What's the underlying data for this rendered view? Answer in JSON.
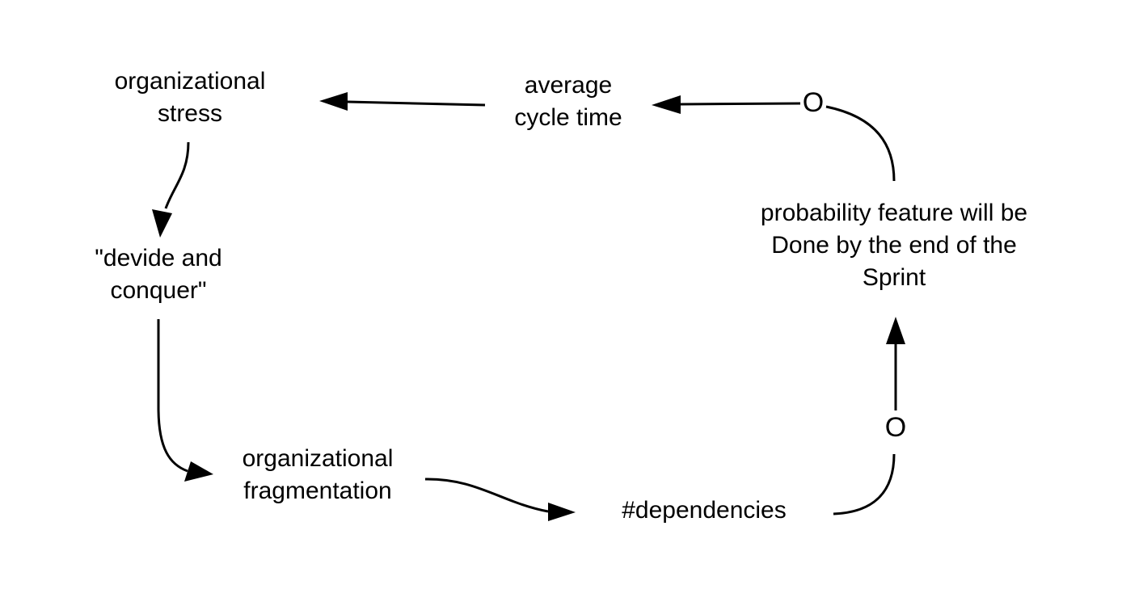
{
  "diagram": {
    "nodes": {
      "org_stress": [
        "organizational",
        "stress"
      ],
      "cycle_time": [
        "average",
        "cycle time"
      ],
      "divide_conquer": [
        "\"devide and",
        "conquer\""
      ],
      "probability_done": [
        "probability feature will be",
        "Done by the end of the",
        "Sprint"
      ],
      "fragmentation": [
        "organizational",
        "fragmentation"
      ],
      "dependencies": [
        "#dependencies"
      ]
    },
    "polarity_labels": {
      "probability_to_cycle_time": "O",
      "dependencies_to_probability": "O"
    },
    "colors": {
      "line": "#000000",
      "text": "#000000",
      "background": "#ffffff"
    }
  }
}
